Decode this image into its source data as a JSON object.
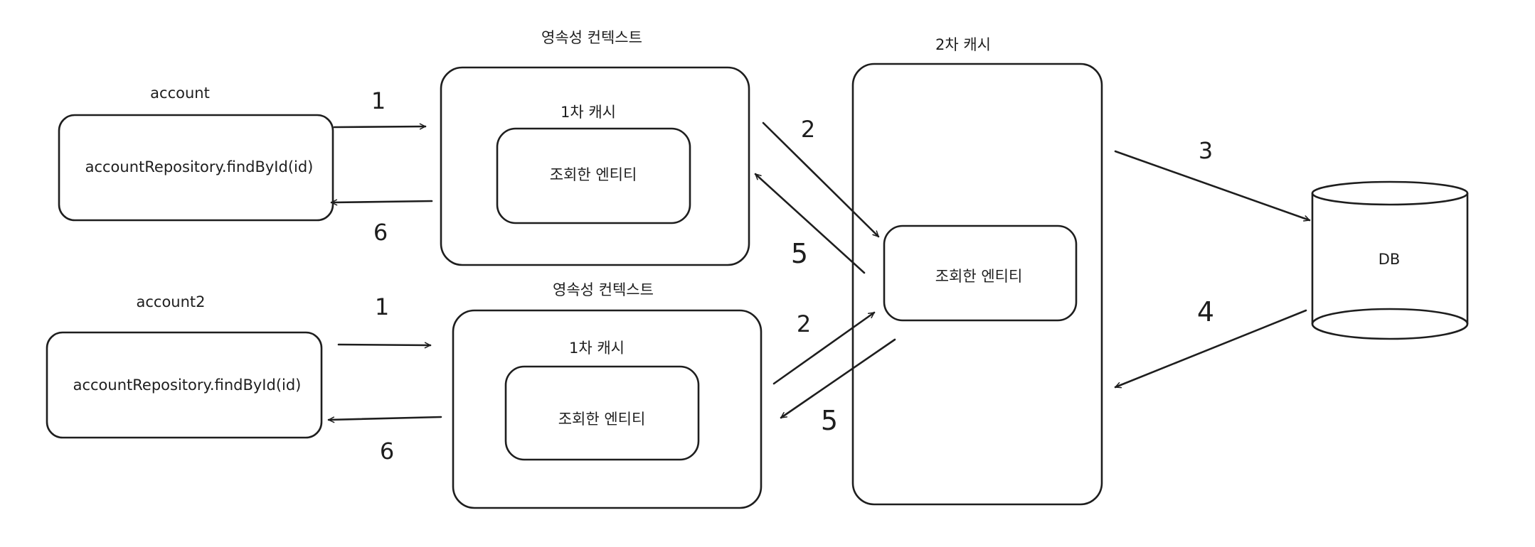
{
  "account1": {
    "title": "account",
    "method": "accountRepository.findById(id)"
  },
  "account2": {
    "title": "account2",
    "method": "accountRepository.findById(id)"
  },
  "pc1": {
    "title": "영속성  컨텍스트",
    "cache_title": "1차 캐시",
    "entity": "조회한 엔티티"
  },
  "pc2": {
    "title": "영속성  컨텍스트",
    "cache_title": "1차 캐시",
    "entity": "조회한 엔티티"
  },
  "l2cache": {
    "title": "2차 캐시",
    "entity": "조회한 엔티티"
  },
  "db": {
    "label": "DB"
  },
  "steps": {
    "a1_to_pc1": "1",
    "pc1_to_a1": "6",
    "pc1_to_l2": "2",
    "l2_to_pc1": "5",
    "l2_to_db": "3",
    "db_to_l2": "4",
    "a2_to_pc2": "1",
    "pc2_to_a2": "6",
    "pc2_to_l2": "2",
    "l2_to_pc2": "5"
  }
}
